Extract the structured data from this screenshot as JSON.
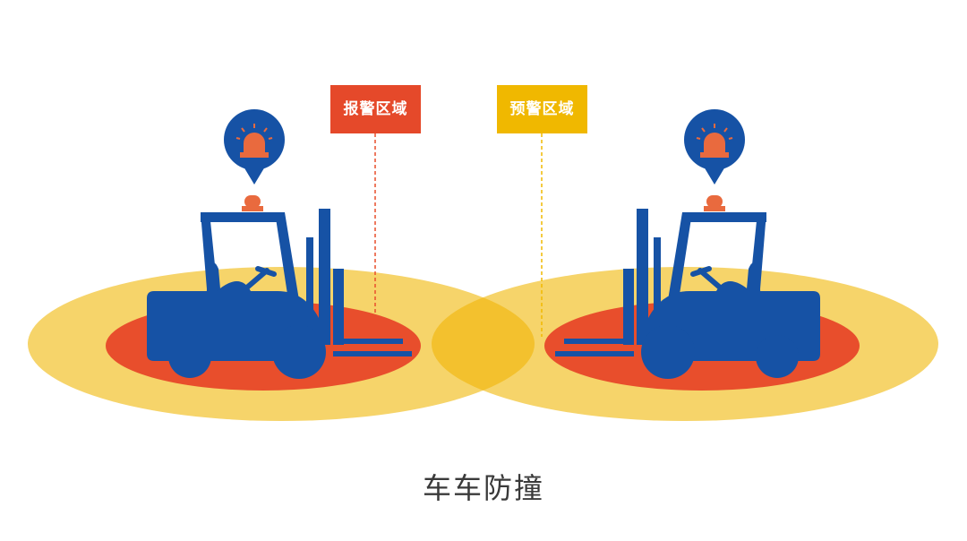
{
  "labels": {
    "alarm_zone": "报警区域",
    "warning_zone": "预警区域"
  },
  "caption": "车车防撞",
  "colors": {
    "warning_zone": "#f6d46a",
    "zone_overlap": "#f3c12e",
    "alarm_zone": "#e84e2c",
    "forklift": "#1652a5",
    "alarm_tag": "#e5492a",
    "warning_tag": "#f0b800",
    "beacon": "#e96a3e"
  },
  "icons": [
    "warning-light-icon",
    "beacon-light-icon",
    "forklift-icon"
  ]
}
